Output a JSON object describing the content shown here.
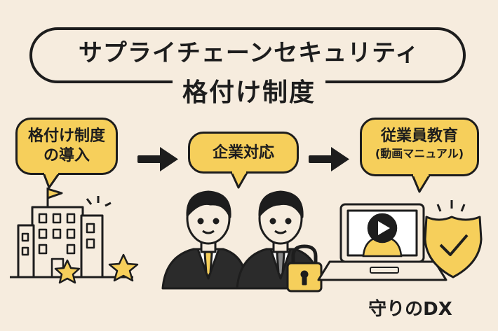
{
  "title": {
    "line1": "サプライチェーンセキュリティ",
    "line2": "格付け制度"
  },
  "steps": [
    {
      "label_line1": "格付け制度",
      "label_line2": "の導入"
    },
    {
      "label_line1": "企業対応"
    },
    {
      "label_line1": "従業員教育",
      "label_sub": "(動画マニュアル)"
    }
  ],
  "footer_label": "守りのDX",
  "colors": {
    "background": "#f6ecde",
    "accent_yellow": "#f6cf5b",
    "ink": "#1d1d1d"
  }
}
